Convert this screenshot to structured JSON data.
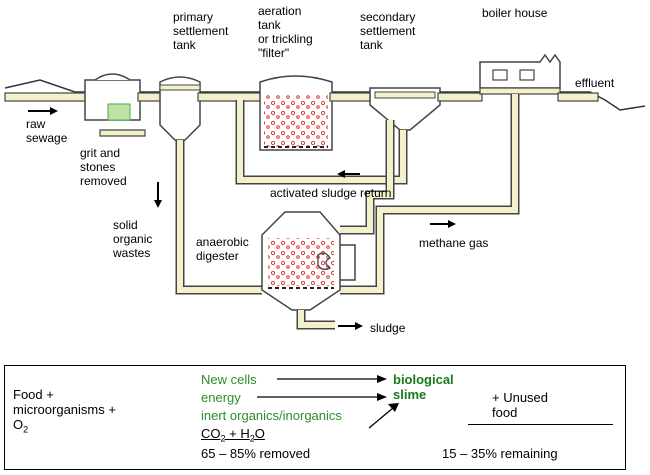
{
  "labels": {
    "primary_tank": "primary\nsettlement\ntank",
    "aeration_tank": "aeration\ntank\nor trickling\n\"filter\"",
    "secondary_tank": "secondary\nsettlement\ntank",
    "boiler_house": "boiler house",
    "effluent": "effluent",
    "raw_sewage": "raw\nsewage",
    "grit": "grit and\nstones\nremoved",
    "solid_wastes": "solid\norganic\nwastes",
    "sludge_return": "activated sludge return",
    "anaerobic_digester": "anaerobic\ndigester",
    "methane_gas": "methane gas",
    "sludge": "sludge"
  },
  "equation": {
    "left": "Food +\nmicroorganisms +\nO",
    "o2_sub": "2",
    "new_cells": "New cells",
    "energy": "energy",
    "inert": "inert organics/inorganics",
    "co2_a": "CO",
    "co2_sub": "2",
    "co2_b": " + H",
    "h2o_sub": "2",
    "h2o_c": "O",
    "removed": "65 – 85% removed",
    "result": "biological\nslime",
    "unused": "+ Unused\n  food",
    "remaining": "15 – 35% remaining"
  },
  "colors": {
    "pipe_fill": "#f4f0cc",
    "pipe_stroke": "#444444",
    "bubble": "#e03a3a",
    "green_text": "#2e8b2e",
    "grit_green": "#4fa84f"
  }
}
